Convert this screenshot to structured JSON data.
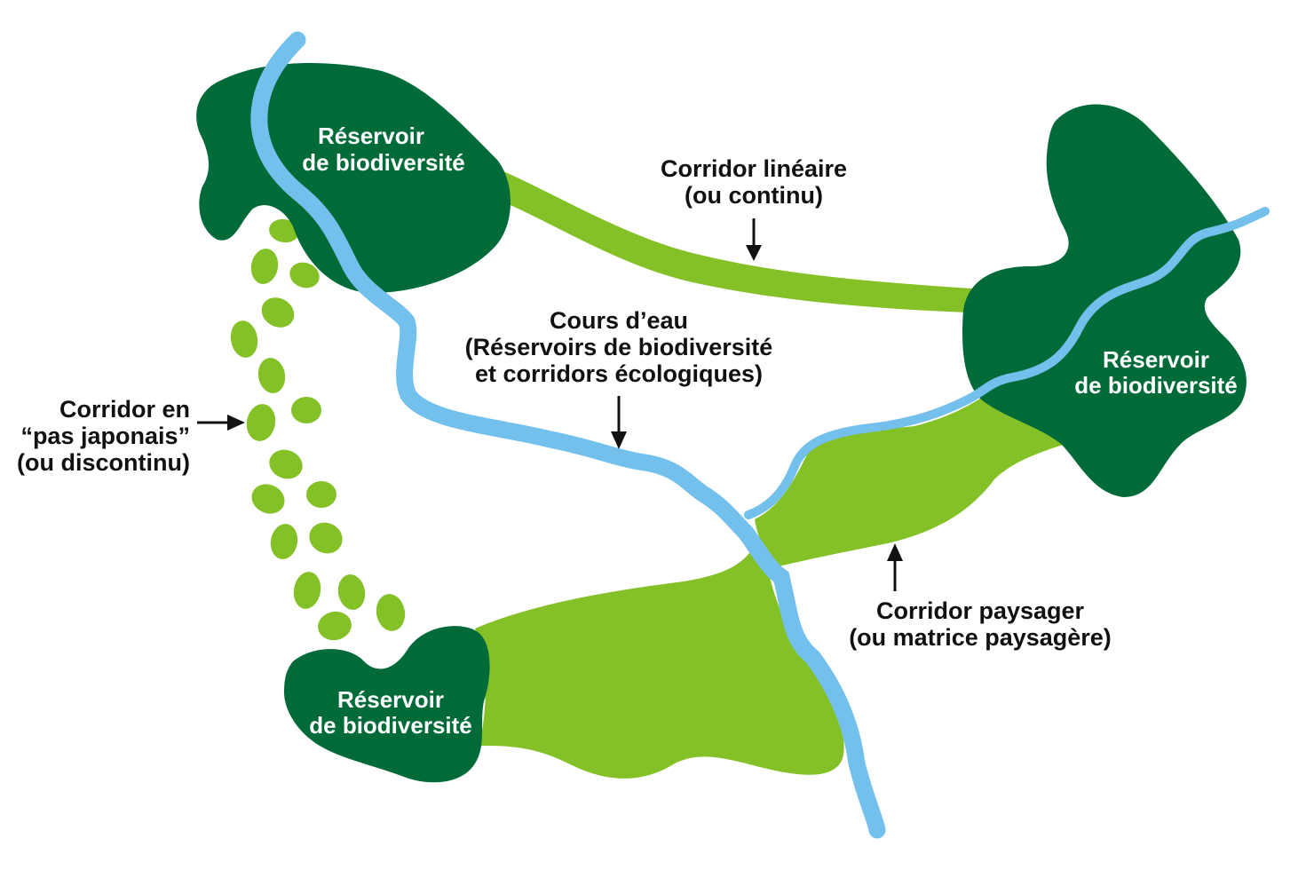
{
  "colors": {
    "reservoir": "#006b38",
    "corridor": "#84c126",
    "water": "#74c0ec",
    "text": "#111111",
    "reservoir_text": "#ffffff",
    "background": "#ffffff"
  },
  "reservoirs": [
    {
      "id": "top-left",
      "line1": "Réservoir",
      "line2": "de biodiversité"
    },
    {
      "id": "right",
      "line1": "Réservoir",
      "line2": "de biodiversité"
    },
    {
      "id": "bottom-left",
      "line1": "Réservoir",
      "line2": "de biodiversité"
    }
  ],
  "annotations": {
    "linear_corridor": {
      "line1": "Corridor linéaire",
      "line2": "(ou continu)",
      "arrow": "down"
    },
    "watercourse": {
      "line1": "Cours d’eau",
      "line2": "(Réservoirs de biodiversité",
      "line3": "et corridors écologiques)",
      "arrow": "down"
    },
    "stepping_stones": {
      "line1": "Corridor en",
      "line2": "“pas japonais”",
      "line3": "(ou discontinu)",
      "arrow": "right"
    },
    "landscape_corridor": {
      "line1": "Corridor paysager",
      "line2": "(ou matrice paysagère)",
      "arrow": "up"
    }
  },
  "stepping_stone_count": 17
}
